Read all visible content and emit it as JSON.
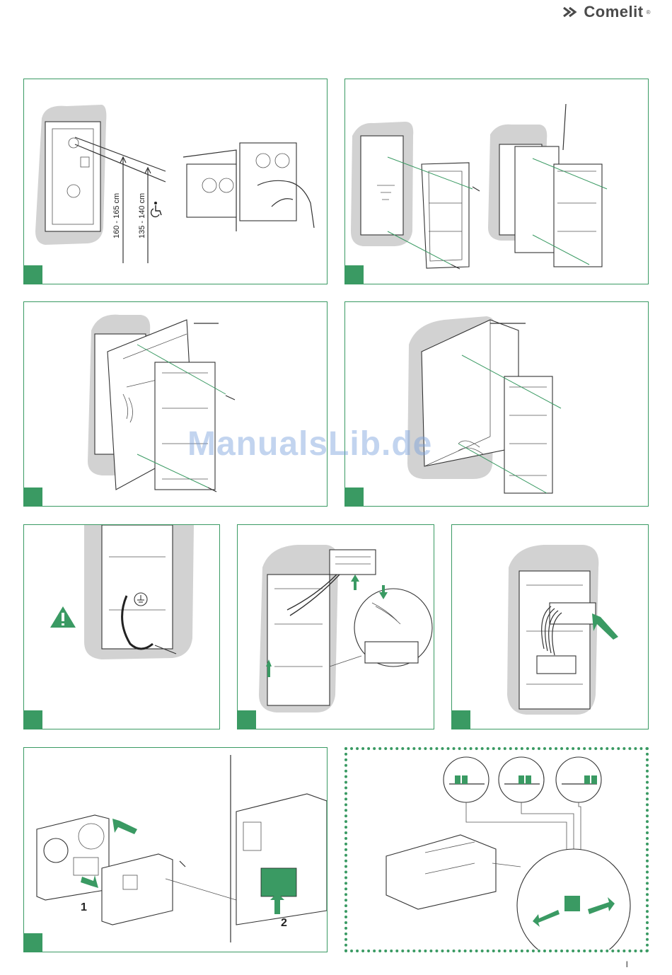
{
  "header": {
    "brand": "Comelit",
    "brand_mark": "®"
  },
  "panel1": {
    "dim_high": "160 - 165 cm",
    "dim_low": "135 - 140 cm"
  },
  "panel_bottom_left": {
    "callout_1": "1",
    "callout_2": "2"
  },
  "watermark": "ManualsLib.de",
  "footer": {
    "page_mark": "I"
  },
  "colors": {
    "accent": "#3a9a63",
    "silhouette": "#d2d2d2"
  },
  "icons": [
    "wheelchair-icon",
    "warning-icon",
    "ground-icon",
    "arrow-icon"
  ]
}
